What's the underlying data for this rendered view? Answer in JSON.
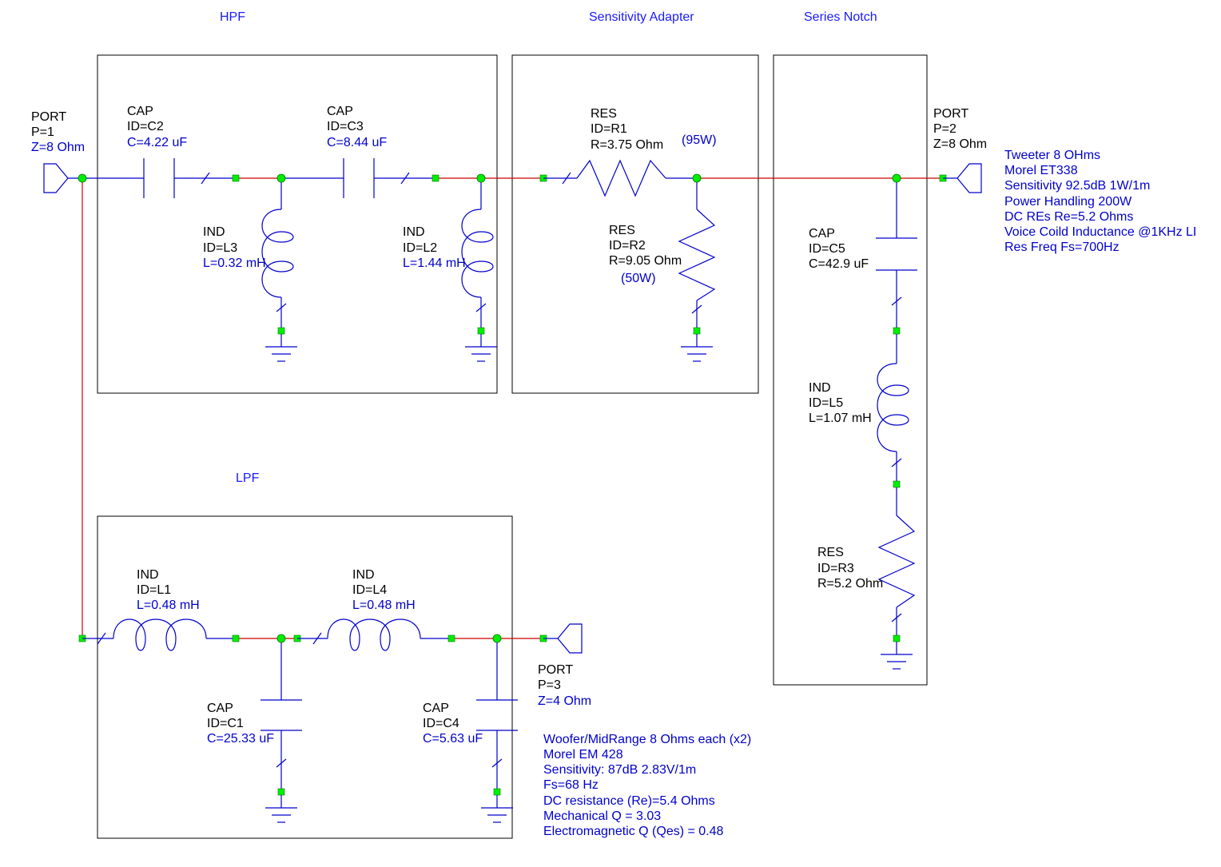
{
  "sections": {
    "hpf": "HPF",
    "sensitivity": "Sensitivity Adapter",
    "notch": "Series Notch",
    "lpf": "LPF"
  },
  "components": {
    "port1": {
      "type": "PORT",
      "p": "P=1",
      "z": "Z=8 Ohm"
    },
    "port2": {
      "type": "PORT",
      "p": "P=2",
      "z": "Z=8 Ohm"
    },
    "port3": {
      "type": "PORT",
      "p": "P=3",
      "z": "Z=4 Ohm"
    },
    "c2": {
      "type": "CAP",
      "id": "ID=C2",
      "val": "C=4.22 uF"
    },
    "c3": {
      "type": "CAP",
      "id": "ID=C3",
      "val": "C=8.44 uF"
    },
    "l3": {
      "type": "IND",
      "id": "ID=L3",
      "val": "L=0.32 mH"
    },
    "l2": {
      "type": "IND",
      "id": "ID=L2",
      "val": "L=1.44 mH"
    },
    "r1": {
      "type": "RES",
      "id": "ID=R1",
      "val": "R=3.75 Ohm",
      "note": "(95W)"
    },
    "r2": {
      "type": "RES",
      "id": "ID=R2",
      "val": "R=9.05 Ohm",
      "note": "(50W)"
    },
    "c5": {
      "type": "CAP",
      "id": "ID=C5",
      "val": "C=42.9 uF"
    },
    "l5": {
      "type": "IND",
      "id": "ID=L5",
      "val": "L=1.07 mH"
    },
    "r3": {
      "type": "RES",
      "id": "ID=R3",
      "val": "R=5.2 Ohm"
    },
    "l1": {
      "type": "IND",
      "id": "ID=L1",
      "val": "L=0.48 mH"
    },
    "l4": {
      "type": "IND",
      "id": "ID=L4",
      "val": "L=0.48 mH"
    },
    "c1": {
      "type": "CAP",
      "id": "ID=C1",
      "val": "C=25.33 uF"
    },
    "c4": {
      "type": "CAP",
      "id": "ID=C4",
      "val": "C=5.63 uF"
    }
  },
  "tweeter_notes": [
    "Tweeter 8 OHms",
    "Morel ET338",
    "Sensitivity 92.5dB 1W/1m",
    "Power Handling 200W",
    "DC REs Re=5.2 Ohms",
    "Voice Coild Inductance @1KHz  LI",
    "Res Freq Fs=700Hz"
  ],
  "woofer_notes": [
    "Woofer/MidRange 8 Ohms each (x2)",
    "Morel EM 428",
    "Sensitivity: 87dB 2.83V/1m",
    "Fs=68 Hz",
    "DC resistance (Re)=5.4 Ohms",
    "Mechanical Q = 3.03",
    "Electromagnetic Q (Qes) = 0.48"
  ],
  "colors": {
    "wire": "#0000cc",
    "connected_wire": "#cc0000",
    "node": "#00ee00",
    "text_blue": "#0000cc"
  }
}
